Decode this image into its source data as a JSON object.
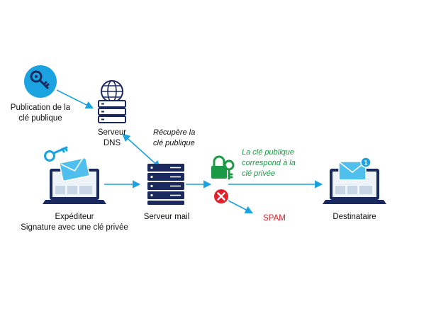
{
  "nodes": {
    "publication": {
      "line1": "Publication de la",
      "line2": "clé publique"
    },
    "dns": {
      "line1": "Serveur",
      "line2": "DNS"
    },
    "sender": {
      "line1": "Expéditeur",
      "line2": "Signature avec une clé privée"
    },
    "mail_server": {
      "label": "Serveur mail"
    },
    "recipient": {
      "label": "Destinataire",
      "badge": "1"
    }
  },
  "edges": {
    "retrieve": {
      "line1": "Récupère la",
      "line2": "clé publique"
    },
    "match": {
      "line1": "La clé publique",
      "line2": "correspond à la",
      "line3": "clé privée"
    },
    "spam": {
      "label": "SPAM"
    }
  },
  "colors": {
    "arrow": "#1aa3e0",
    "key_circle": "#1aa3e0",
    "navy": "#1b2a5e",
    "green": "#1a9a45",
    "red": "#e0202a"
  },
  "icons": [
    "key-circle-icon",
    "server-globe-icon",
    "laptop-mail-icon",
    "server-rack-icon",
    "padlock-key-icon",
    "error-icon",
    "laptop-mail-notification-icon"
  ]
}
